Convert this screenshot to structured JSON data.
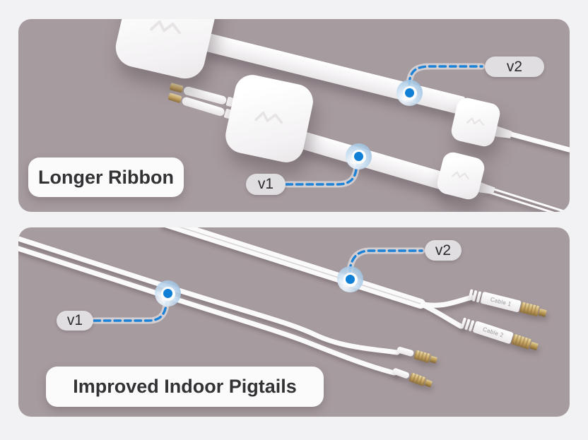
{
  "image": {
    "type": "product-comparison-graphic",
    "panels_count": 2
  },
  "colors": {
    "page_bg": "#f2f2f4",
    "panel_bg": "#a69b9f",
    "callout_blue": "#1b82d7",
    "dot_core_blue": "#0f80d6",
    "caption_text": "#323235",
    "pill_bg": "#e2e1e4",
    "pill_text": "#2b2b2e",
    "cable_white": "#fbfafb",
    "gold": "#c9a763"
  },
  "top_panel": {
    "caption": "Longer Ribbon",
    "callout_v1": "v1",
    "callout_v2": "v2"
  },
  "bottom_panel": {
    "caption": "Improved Indoor Pigtails",
    "callout_v1": "v1",
    "callout_v2": "v2",
    "connector_label_1": "Cable 1",
    "connector_label_2": "Cable 2"
  }
}
